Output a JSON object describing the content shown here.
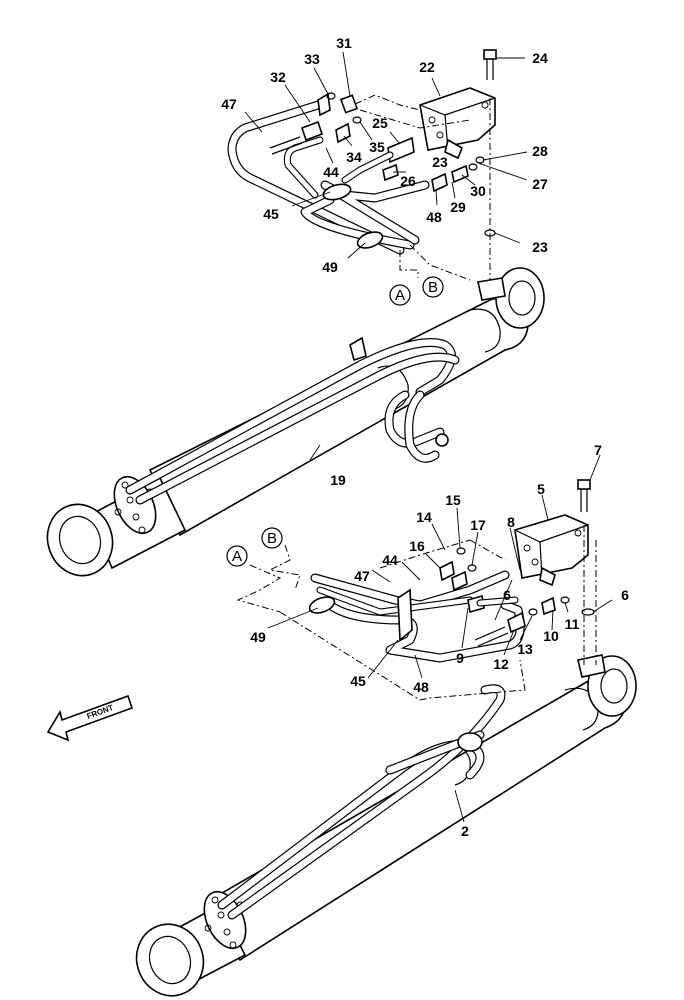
{
  "labels": {
    "p2": "2",
    "p5": "5",
    "p6a": "6",
    "p6b": "6",
    "p7": "7",
    "p8": "8",
    "p9": "9",
    "p10": "10",
    "p11": "11",
    "p12": "12",
    "p13": "13",
    "p14": "14",
    "p15": "15",
    "p16": "16",
    "p17": "17",
    "p19": "19",
    "p22": "22",
    "p23a": "23",
    "p23b": "23",
    "p24": "24",
    "p25": "25",
    "p26": "26",
    "p27": "27",
    "p28": "28",
    "p29": "29",
    "p30": "30",
    "p31": "31",
    "p32": "32",
    "p33": "33",
    "p34": "34",
    "p35": "35",
    "p44a": "44",
    "p44b": "44",
    "p45a": "45",
    "p45b": "45",
    "p47a": "47",
    "p47b": "47",
    "p48a": "48",
    "p48b": "48",
    "p49a": "49",
    "p49b": "49"
  },
  "circles": {
    "a_top": "A",
    "b_top": "B",
    "a_bottom": "A",
    "b_bottom": "B"
  },
  "front": {
    "text": "FRONT"
  },
  "icons": {
    "direction": "front-arrow-icon"
  }
}
